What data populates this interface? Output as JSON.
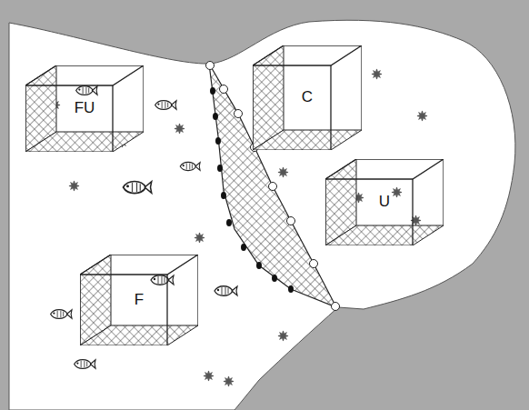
{
  "diagram": {
    "nodes": [
      {
        "text": [
          "FU"
        ]
      },
      {
        "text": [
          "C"
        ]
      },
      {
        "text": [
          "U"
        ]
      },
      {
        "text": [
          "F"
        ]
      }
    ]
  }
}
